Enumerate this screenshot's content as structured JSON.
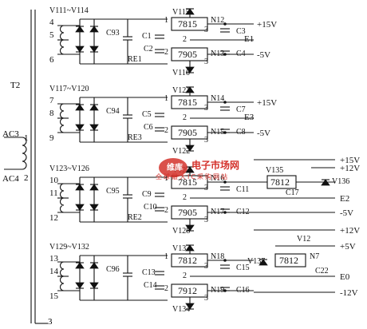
{
  "transformer": {
    "name": "T2",
    "inputs": [
      "AC3",
      "AC4"
    ],
    "pin_top": "1",
    "pin_bottom": "2",
    "bottom_pin": "3"
  },
  "sections": [
    {
      "diodes": "V111~V114",
      "taps": [
        "4",
        "5",
        "6"
      ],
      "v_top": "V115",
      "v_bottom": "V116",
      "regs": [
        "7815",
        "7905"
      ],
      "n_top": "N12",
      "n_bottom": "N13",
      "c_in": "C93",
      "c1": "C1",
      "c2": "C2",
      "c3": "C3",
      "c4": "C4",
      "re": "RE1",
      "ground": "E1",
      "out_pos": "+15V",
      "out_neg": "-5V"
    },
    {
      "diodes": "V117~V120",
      "taps": [
        "7",
        "8",
        "9"
      ],
      "v_top": "V121",
      "v_bottom": "V122",
      "regs": [
        "7815",
        "7905"
      ],
      "n_top": "N14",
      "n_bottom": "N15",
      "c_in": "C94",
      "c1": "C5",
      "c2": "C6",
      "c3": "C7",
      "c4": "C8",
      "re": "RE3",
      "ground": "E3",
      "out_pos": "+15V",
      "out_neg": "-5V"
    },
    {
      "diodes": "V123~V126",
      "taps": [
        "10",
        "11",
        "12"
      ],
      "v_top": "V127",
      "v_bottom": "V128",
      "regs": [
        "7815",
        "7905"
      ],
      "n_top": "N16",
      "n_bottom": "N17",
      "c_in": "C95",
      "c1": "C9",
      "c2": "C10",
      "c3": "C11",
      "c4": "C12",
      "re": "RE2",
      "ground": "E2",
      "out_pos": "+15V",
      "out_neg": "-5V",
      "extra": {
        "reg": "7812",
        "v_in": "V135",
        "v_out": "V136",
        "cap": "C17",
        "out": "+12V"
      }
    },
    {
      "diodes": "V129~V132",
      "taps": [
        "13",
        "14",
        "15"
      ],
      "v_top": "V133",
      "v_bottom": "V134",
      "regs": [
        "7812",
        "7912"
      ],
      "n_top": "N18",
      "n_bottom": "N19",
      "c_in": "C96",
      "c1": "C13",
      "c2": "C14",
      "c3": "C15",
      "c4": "C16",
      "ground": "E0",
      "out_pos": "+12V",
      "out_neg": "-12V",
      "extra": {
        "reg": "7812",
        "v_in": "V137",
        "v_out": "V12",
        "cap": "C22",
        "n": "N7",
        "out": "+5V"
      }
    }
  ],
  "pins": {
    "p1": "1",
    "p2": "2",
    "p3": "3"
  },
  "watermark": {
    "brand": "维库",
    "site": "电子市场网",
    "sub": "全球最大IC采购网站"
  }
}
